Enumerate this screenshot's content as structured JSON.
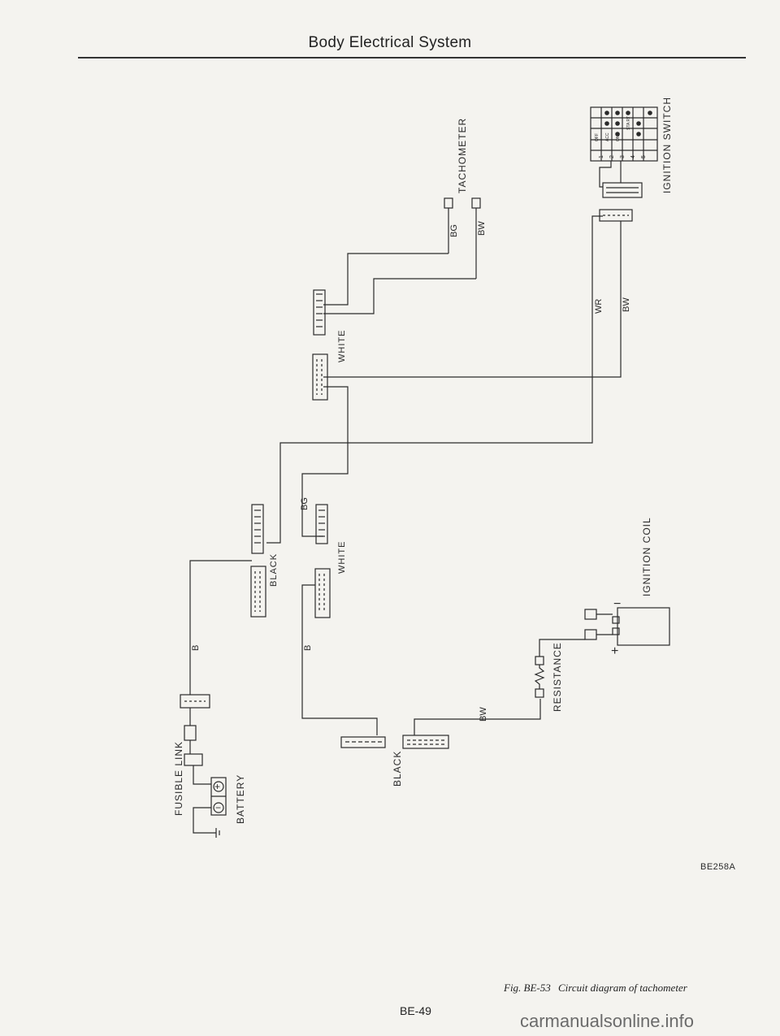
{
  "header": {
    "title": "Body Electrical System"
  },
  "labels": {
    "tachometer": "TACHOMETER",
    "ignition_switch": "IGNITION SWITCH",
    "ignition_coil": "IGNITION COIL",
    "resistance": "RESISTANCE",
    "fusible_link": "FUSIBLE LINK",
    "battery": "BATTERY",
    "white_upper": "WHITE",
    "white_lower": "WHITE",
    "black_middle": "BLACK",
    "black_lower": "BLACK",
    "coil_minus": "−",
    "coil_plus": "+"
  },
  "wires": {
    "bg_tach": "BG",
    "bw_tach": "BW",
    "wr": "WR",
    "bw_switch": "BW",
    "bg_mid": "BG",
    "b_left": "B",
    "b_mid": "B",
    "bw_bottom": "BW"
  },
  "ignition_switch_table": {
    "columns": [
      "OFF",
      "ACC",
      "ON",
      "STA RT"
    ],
    "rows": [
      "1",
      "2",
      "3",
      "4",
      "5"
    ]
  },
  "figure_id": "BE258A",
  "caption": {
    "figure": "Fig. BE-53",
    "text": "Circuit diagram of tachometer"
  },
  "page_number": "BE-49",
  "watermark": "carmanualsonline.info"
}
